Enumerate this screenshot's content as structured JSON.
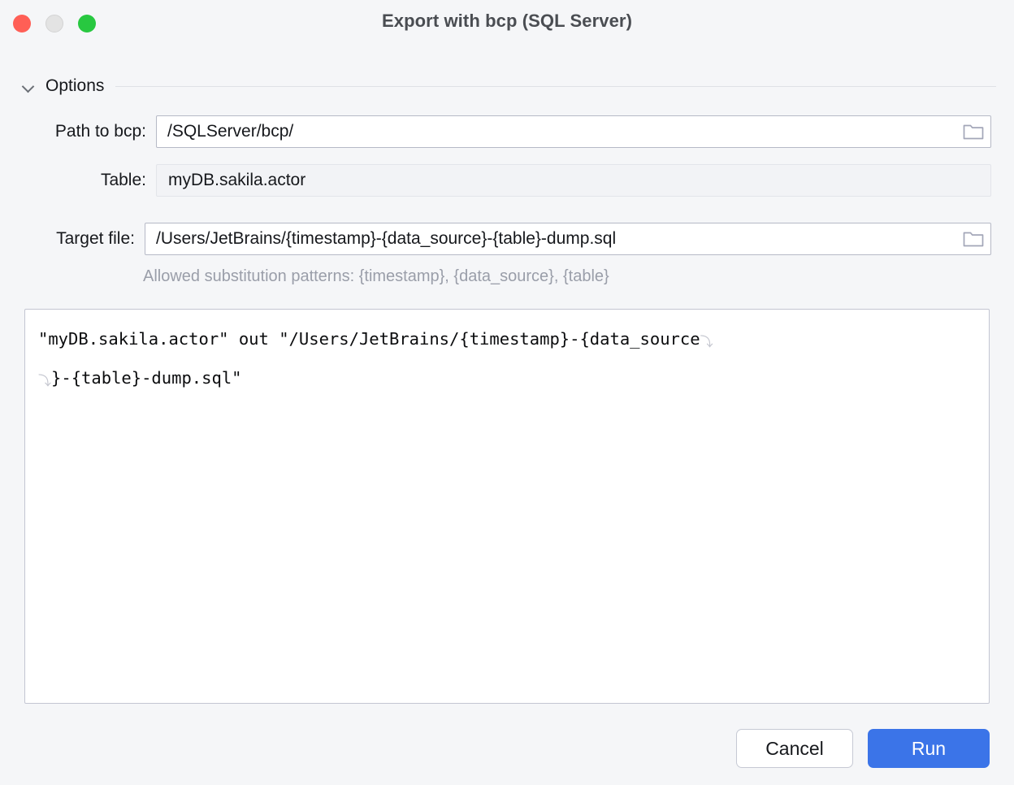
{
  "window": {
    "title": "Export with bcp (SQL Server)",
    "traffic_lights": [
      "close-button",
      "minimize-button",
      "zoom-button"
    ]
  },
  "options": {
    "chevron": "chevron-down-icon",
    "label": "Options"
  },
  "fields": {
    "path": {
      "label": "Path to bcp:",
      "value": "/SQLServer/bcp/",
      "browse_icon": "folder-icon",
      "readonly": false
    },
    "table": {
      "label": "Table:",
      "value": "myDB.sakila.actor",
      "readonly": true
    },
    "target": {
      "label": "Target file:",
      "value": "/Users/JetBrains/{timestamp}-{data_source}-{table}-dump.sql",
      "browse_icon": "folder-icon",
      "readonly": false
    }
  },
  "hint": "Allowed substitution patterns: {timestamp}, {data_source}, {table}",
  "command": {
    "line1": "\"myDB.sakila.actor\" out \"/Users/JetBrains/{timestamp}-{data_source",
    "line1_wrap": "⤵",
    "line2_wrap": "⤵",
    "line2": "}-{table}-dump.sql\""
  },
  "footer": {
    "cancel_label": "Cancel",
    "run_label": "Run"
  },
  "colors": {
    "accent": "#3b74e8",
    "background": "#f5f6f8",
    "close": "#ff5f56",
    "minimize": "#e3e3e3",
    "zoom": "#28c840",
    "hint_text": "#9a9ea9"
  }
}
